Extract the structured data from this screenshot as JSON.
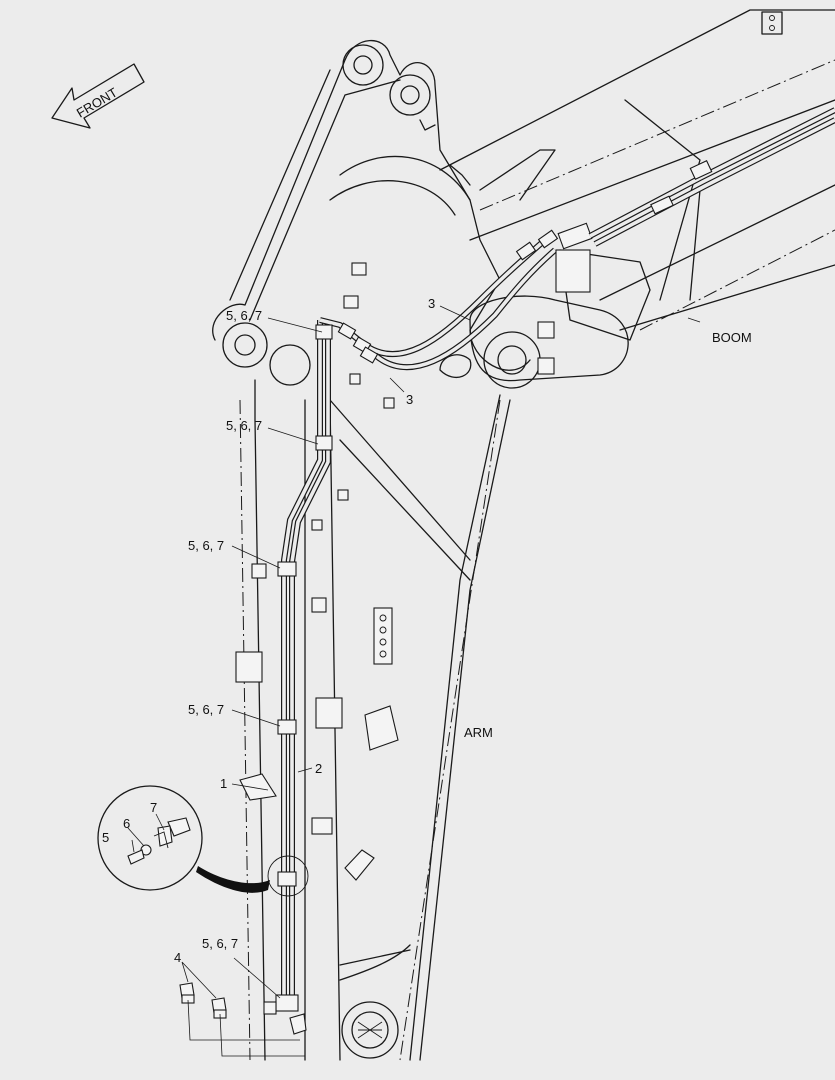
{
  "labels": {
    "front": "FRONT",
    "boom": "BOOM",
    "arm": "ARM",
    "clamp_set": "5, 6, 7",
    "part1": "1",
    "part2": "2",
    "part3": "3",
    "part4": "4",
    "part5": "5",
    "part6": "6",
    "part7": "7"
  }
}
